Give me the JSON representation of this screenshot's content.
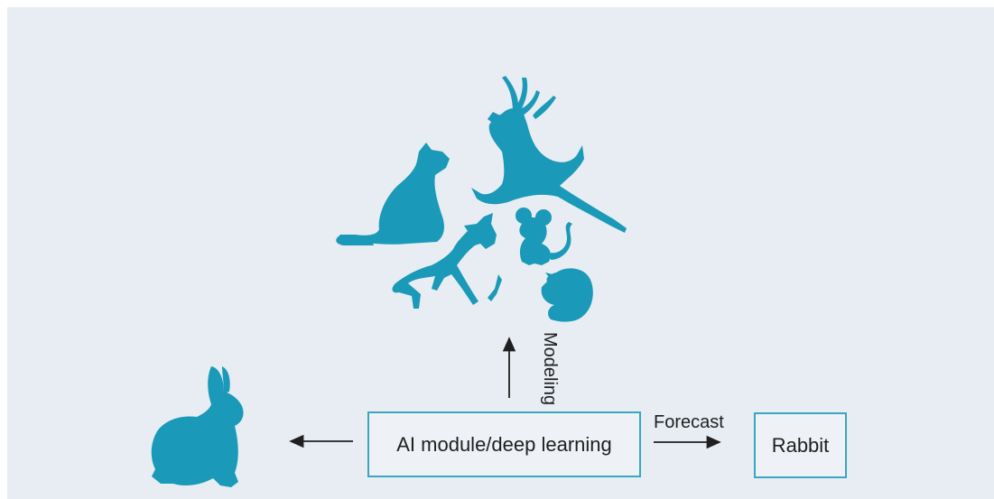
{
  "diagram": {
    "ai_module_label": "AI module/deep learning",
    "rabbit_label": "Rabbit",
    "forecast_label": "Forecast",
    "modeling_label": "Modeling"
  },
  "colors": {
    "background": "#e8edf3",
    "silhouette": "#1a9ab8",
    "box_border": "#3aa6bf",
    "arrow": "#1f1f1f"
  },
  "icons": [
    "cat-icon",
    "deer-icon",
    "fox-icon",
    "mouse-icon",
    "squirrel-icon",
    "rabbit-icon"
  ]
}
